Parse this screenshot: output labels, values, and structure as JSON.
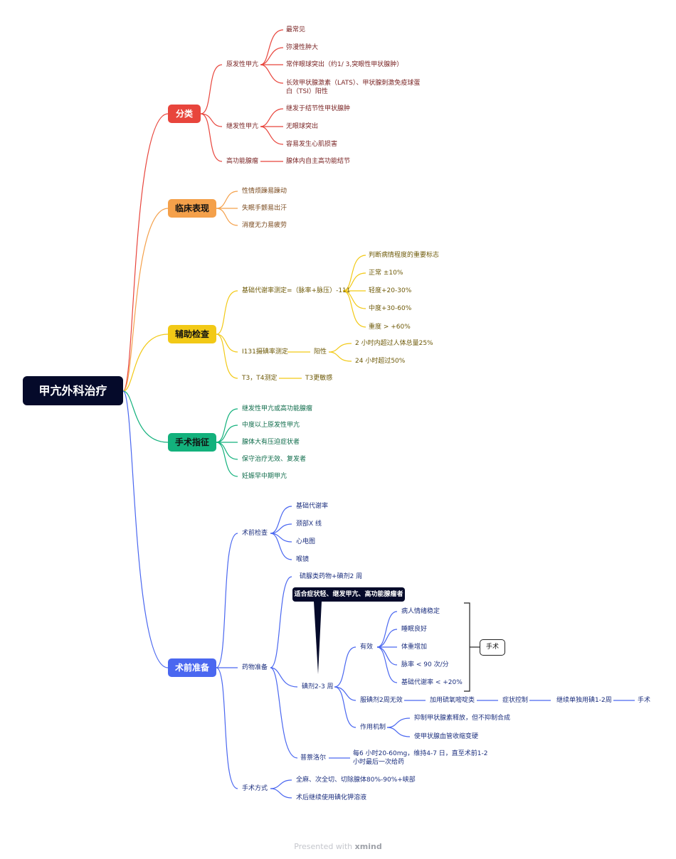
{
  "root": "甲亢外科治疗",
  "colors": {
    "red": "#e8453c",
    "orange": "#f4a04a",
    "yellow": "#f2c916",
    "green": "#13b17c",
    "blue": "#4a67f0",
    "dark": "#050a2a"
  },
  "branches": {
    "classify": {
      "label": "分类",
      "primary": {
        "label": "原发性甲亢",
        "items": [
          "最常见",
          "弥漫性肿大",
          "常伴眼球突出（约1/ 3,突眼性甲状腺肿）",
          "长效甲状腺激素（LATS）、甲状腺刺激免疫球蛋",
          "白（TSI）阳性"
        ]
      },
      "secondary": {
        "label": "继发性甲亢",
        "items": [
          "继发于结节性甲状腺肿",
          "无眼球突出",
          "容易发生心肌损害"
        ]
      },
      "adenoma": {
        "label": "高功能腺瘤",
        "item": "腺体内自主高功能结节"
      }
    },
    "clinical": {
      "label": "临床表现",
      "items": [
        "性情烦躁易躁动",
        "失眠手颤易出汗",
        "消瘦无力易疲劳"
      ]
    },
    "aux": {
      "label": "辅助检查",
      "bmr": {
        "label": "基础代谢率测定=（脉率+脉压）-111",
        "items": [
          "判断病情程度的重要标志",
          "正常 ±10%",
          "轻度+20-30%",
          "中度+30-60%",
          "重度 > +60%"
        ]
      },
      "iodine": {
        "label": "I131摄碘率测定",
        "positive": "阳性",
        "items": [
          "2 小时内超过人体总量25%",
          "24 小时超过50%"
        ]
      },
      "t3t4": {
        "label": "T3，T4测定",
        "item": "T3更敏感"
      }
    },
    "indication": {
      "label": "手术指征",
      "items": [
        "继发性甲亢或高功能腺瘤",
        "中度以上原发性甲亢",
        "腺体大有压迫症状者",
        "保守治疗无效、复发者",
        "妊娠早中期甲亢"
      ]
    },
    "prep": {
      "label": "术前准备",
      "exam": {
        "label": "术前检查",
        "items": [
          "基础代谢率",
          "颈部X 线",
          "心电图",
          "喉镜"
        ]
      },
      "drug": {
        "label": "药物准备",
        "thiourea": "硫脲类药物+碘剂2 周",
        "callout": "适合症状轻、继发甲亢、高功能腺瘤者",
        "iodine": {
          "label": "碘剂2-3 周",
          "effective": {
            "label": "有效",
            "items": [
              "病人情绪稳定",
              "睡眠良好",
              "体重增加",
              "脉率 < 90 次/分",
              "基础代谢率 < +20%"
            ],
            "summary": "手术"
          },
          "failed": {
            "label": "服碘剂2周无效",
            "chain": [
              "加用硫氧嘧啶类",
              "症状控制",
              "继续单独用碘1-2周",
              "手术"
            ]
          },
          "mechanism": {
            "label": "作用机制",
            "items": [
              "抑制甲状腺素释放，但不抑制合成",
              "使甲状腺血管收缩变硬"
            ]
          }
        },
        "propranolol": {
          "label": "普萘洛尔",
          "lines": [
            "每6 小时20-60mg，维持4-7 日，直至术前1-2",
            "小时最后一次给药"
          ]
        }
      },
      "surgery": {
        "label": "手术方式",
        "items": [
          "全麻、次全切、切除腺体80%-90%+峡部",
          "术后继续使用碘化钾溶液"
        ]
      }
    }
  },
  "footer": {
    "prefix": "Presented with",
    "brand": "xmind"
  }
}
